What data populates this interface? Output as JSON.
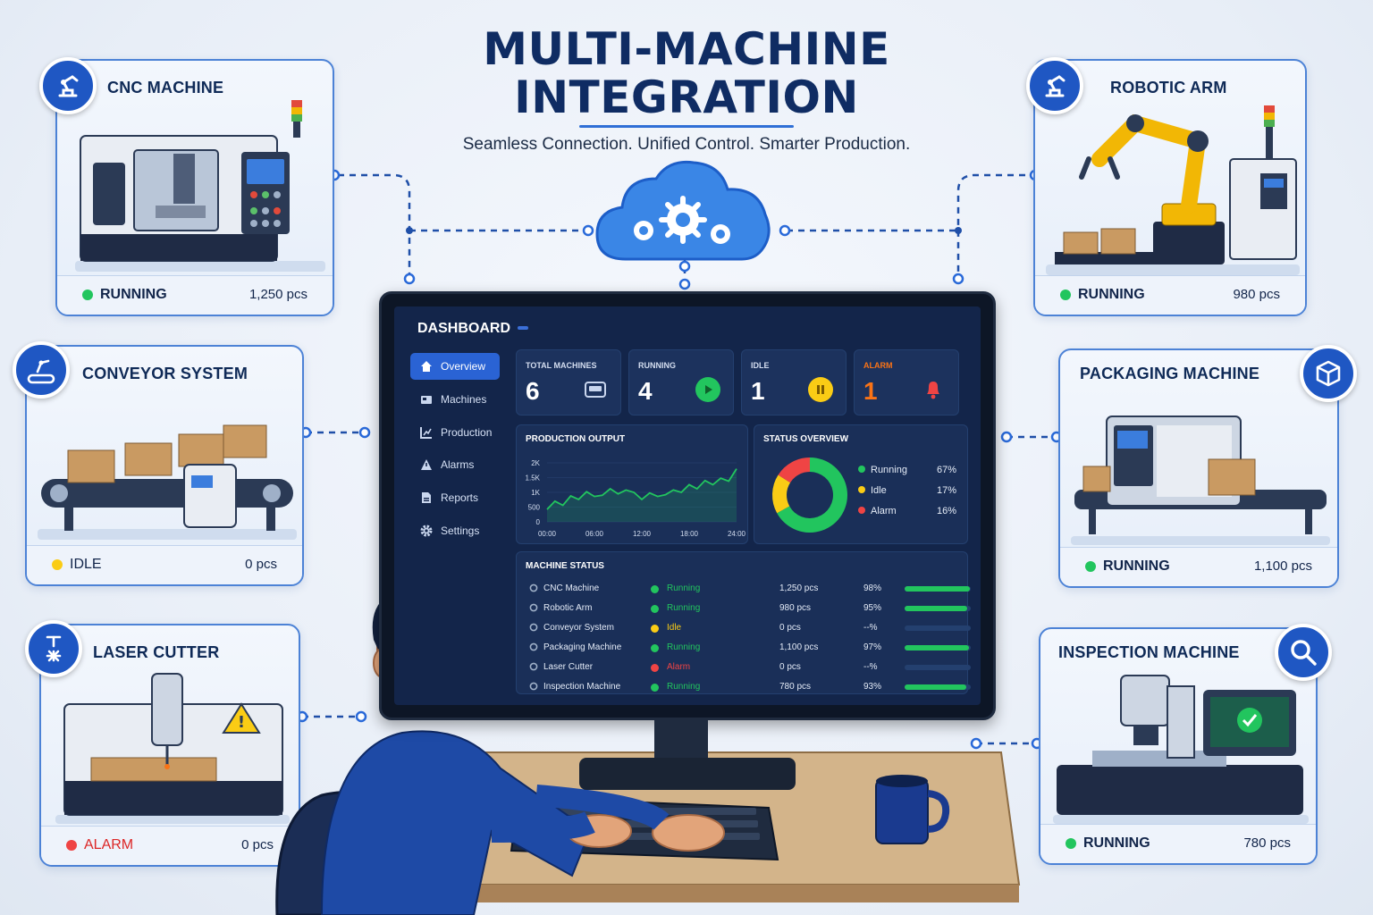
{
  "header": {
    "title_line1": "MULTI-MACHINE",
    "title_line2": "INTEGRATION",
    "subtitle": "Seamless Connection. Unified Control. Smarter Production."
  },
  "colors": {
    "running": "#22c55e",
    "idle": "#facc15",
    "alarm": "#ef4444",
    "accent": "#2a63d4",
    "navy": "#0f2c63"
  },
  "machines": {
    "cnc": {
      "name": "CNC MACHINE",
      "status": "RUNNING",
      "count": "1,250 pcs",
      "icon": "robot-arm-icon"
    },
    "robotic": {
      "name": "ROBOTIC ARM",
      "status": "RUNNING",
      "count": "980 pcs",
      "icon": "robot-arm-icon"
    },
    "conveyor": {
      "name": "CONVEYOR SYSTEM",
      "status": "IDLE",
      "count": "0 pcs",
      "icon": "conveyor-robot-icon"
    },
    "packaging": {
      "name": "PACKAGING MACHINE",
      "status": "RUNNING",
      "count": "1,100 pcs",
      "icon": "box-icon"
    },
    "laser": {
      "name": "LASER CUTTER",
      "status": "ALARM",
      "count": "0 pcs",
      "icon": "laser-icon"
    },
    "inspection": {
      "name": "INSPECTION MACHINE",
      "status": "RUNNING",
      "count": "780 pcs",
      "icon": "magnifier-icon"
    }
  },
  "dashboard": {
    "title": "DASHBOARD",
    "nav": [
      {
        "label": "Overview",
        "icon": "home-icon",
        "active": true
      },
      {
        "label": "Machines",
        "icon": "machine-icon"
      },
      {
        "label": "Production",
        "icon": "chart-icon"
      },
      {
        "label": "Alarms",
        "icon": "warning-icon"
      },
      {
        "label": "Reports",
        "icon": "document-icon"
      },
      {
        "label": "Settings",
        "icon": "gear-icon"
      }
    ],
    "kpis": [
      {
        "label": "TOTAL MACHINES",
        "value": "6",
        "icon": "machine-icon"
      },
      {
        "label": "RUNNING",
        "value": "4",
        "icon": "play-icon"
      },
      {
        "label": "IDLE",
        "value": "1",
        "icon": "pause-icon"
      },
      {
        "label": "ALARM",
        "value": "1",
        "icon": "bell-icon"
      }
    ],
    "production_output": {
      "title": "PRODUCTION OUTPUT",
      "y_ticks": [
        "2K",
        "1.5K",
        "1K",
        "500",
        "0"
      ],
      "x_ticks": [
        "00:00",
        "06:00",
        "12:00",
        "18:00",
        "24:00"
      ]
    },
    "status_overview": {
      "title": "STATUS OVERVIEW",
      "items": [
        {
          "label": "Running",
          "pct": "67%"
        },
        {
          "label": "Idle",
          "pct": "17%"
        },
        {
          "label": "Alarm",
          "pct": "16%"
        }
      ]
    },
    "machine_status": {
      "title": "MACHINE STATUS",
      "rows": [
        {
          "name": "CNC Machine",
          "status": "Running",
          "count": "1,250 pcs",
          "pct": "98%",
          "fill": 0.98
        },
        {
          "name": "Robotic Arm",
          "status": "Running",
          "count": "980 pcs",
          "pct": "95%",
          "fill": 0.95
        },
        {
          "name": "Conveyor System",
          "status": "Idle",
          "count": "0 pcs",
          "pct": "--%",
          "fill": 0
        },
        {
          "name": "Packaging Machine",
          "status": "Running",
          "count": "1,100 pcs",
          "pct": "97%",
          "fill": 0.97
        },
        {
          "name": "Laser Cutter",
          "status": "Alarm",
          "count": "0 pcs",
          "pct": "--%",
          "fill": 0
        },
        {
          "name": "Inspection Machine",
          "status": "Running",
          "count": "780 pcs",
          "pct": "93%",
          "fill": 0.93
        }
      ]
    }
  },
  "chart_data": [
    {
      "type": "area",
      "title": "PRODUCTION OUTPUT",
      "x": [
        0,
        1,
        2,
        3,
        4,
        5,
        6,
        7,
        8,
        9,
        10,
        11,
        12,
        13,
        14,
        15,
        16,
        17,
        18,
        19,
        20,
        21,
        22,
        23,
        24
      ],
      "y": [
        420,
        700,
        560,
        880,
        760,
        1020,
        860,
        900,
        1120,
        950,
        1080,
        1000,
        760,
        980,
        860,
        920,
        1080,
        1000,
        1260,
        1120,
        1400,
        1260,
        1480,
        1380,
        1800
      ],
      "x_tick_labels": [
        "00:00",
        "06:00",
        "12:00",
        "18:00",
        "24:00"
      ],
      "y_tick_labels": [
        "2K",
        "1.5K",
        "1K",
        "500",
        "0"
      ],
      "ylim": [
        0,
        2000
      ],
      "grid": true
    },
    {
      "type": "pie",
      "title": "STATUS OVERVIEW",
      "categories": [
        "Running",
        "Idle",
        "Alarm"
      ],
      "values": [
        67,
        17,
        16
      ],
      "legend": "right"
    }
  ]
}
